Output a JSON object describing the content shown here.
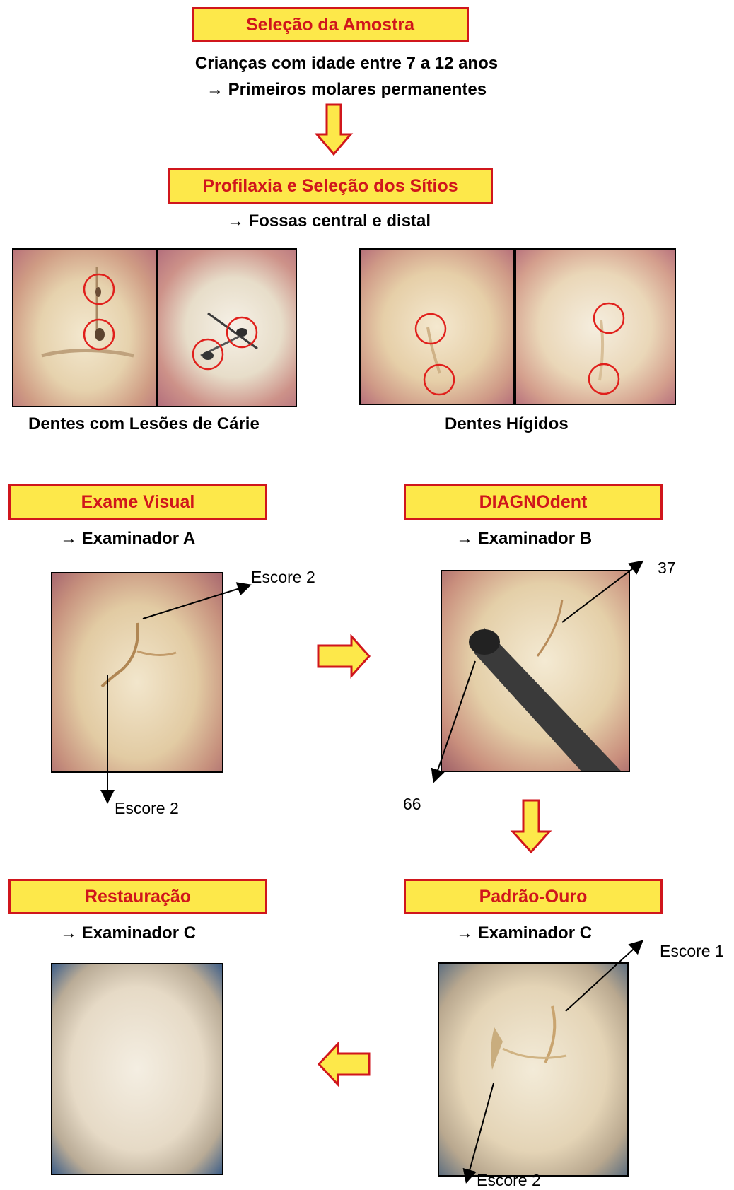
{
  "step1": {
    "title": "Seleção da Amostra",
    "line1": "Crianças com idade entre 7 a 12 anos",
    "line2": "→ Primeiros molares permanentes"
  },
  "step2": {
    "title": "Profilaxia e Seleção dos Sítios",
    "line1": "→ Fossas central e distal"
  },
  "captions": {
    "caries": "Dentes com Lesões de Cárie",
    "healthy": "Dentes Hígidos"
  },
  "visual": {
    "title": "Exame Visual",
    "examiner": "→ Examinador A",
    "score_top": "Escore 2",
    "score_bottom": "Escore 2"
  },
  "diagnodent": {
    "title": "DIAGNOdent",
    "examiner": "→ Examinador B",
    "reading_top": "37",
    "reading_bottom": "66"
  },
  "gold": {
    "title": "Padrão-Ouro",
    "examiner": "→ Examinador C",
    "score_top": "Escore 1",
    "score_bottom": "Escore 2"
  },
  "restoration": {
    "title": "Restauração",
    "examiner": "→ Examinador C"
  },
  "colors": {
    "box_fill": "#fde84a",
    "box_border": "#d0161c",
    "arrow_fill": "#fde84a",
    "arrow_stroke": "#d0161c",
    "marker_circle": "#e0201c"
  }
}
